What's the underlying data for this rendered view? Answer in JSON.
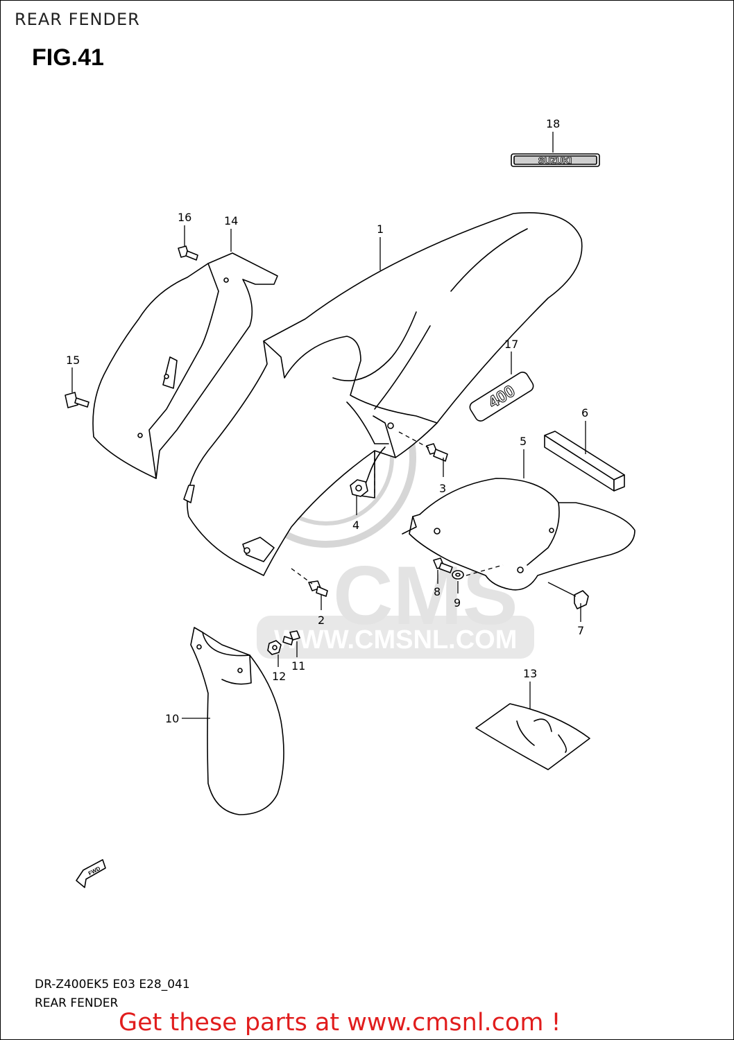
{
  "header": {
    "title": "REAR FENDER",
    "figure": "FIG.41"
  },
  "callouts": [
    "1",
    "2",
    "3",
    "4",
    "5",
    "6",
    "7",
    "8",
    "9",
    "10",
    "11",
    "12",
    "13",
    "14",
    "15",
    "16",
    "17",
    "18"
  ],
  "decals": {
    "brand": "SUZUKI",
    "model": "400"
  },
  "fwd_label": "FWD",
  "watermark": {
    "logo": "CMS",
    "url": "WWW.CMSNL.COM"
  },
  "footer": {
    "code": "DR-Z400EK5 E03 E28_041",
    "title": "REAR FENDER"
  },
  "cta": {
    "text": "Get these parts at www.cmsnl.com !"
  },
  "colors": {
    "cta": "#e11d1d",
    "watermark": "#e0e0e0",
    "line": "#000000"
  }
}
